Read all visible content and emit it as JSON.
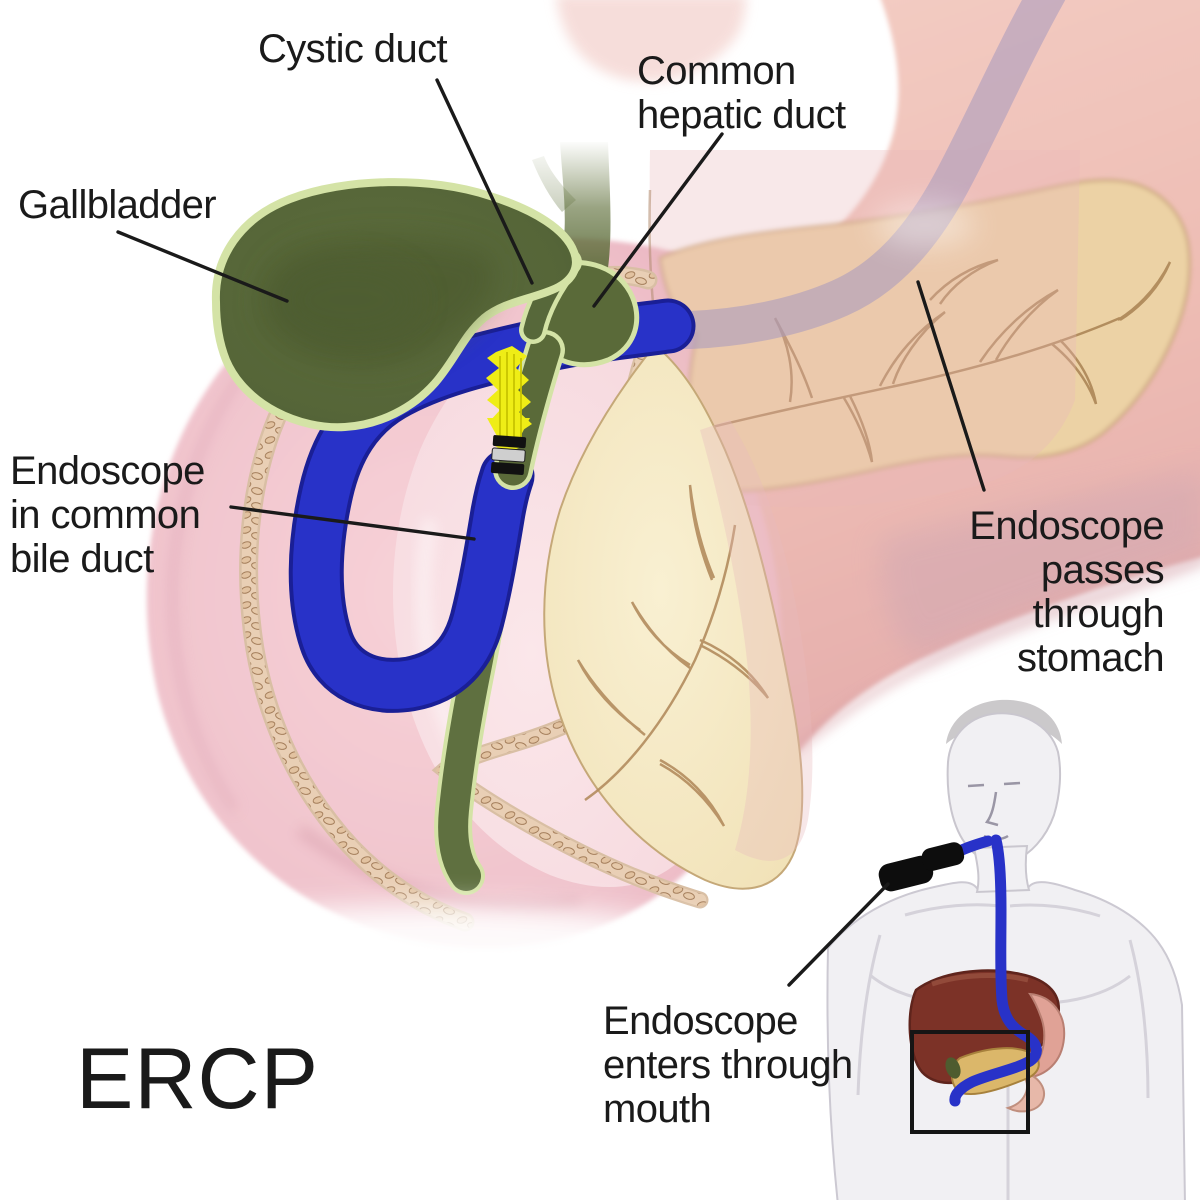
{
  "figure": {
    "type": "medical-illustration",
    "title": "ERCP",
    "labels": {
      "cystic_duct": "Cystic duct",
      "common_hepatic_duct_line1": "Common",
      "common_hepatic_duct_line2": "hepatic duct",
      "gallbladder": "Gallbladder",
      "endoscope_bile_line1": "Endoscope",
      "endoscope_bile_line2": "in common",
      "endoscope_bile_line3": "bile duct",
      "endoscope_stomach_line1": "Endoscope",
      "endoscope_stomach_line2": "passes",
      "endoscope_stomach_line3": "through",
      "endoscope_stomach_line4": "stomach",
      "endoscope_mouth_line1": "Endoscope",
      "endoscope_mouth_line2": "enters through",
      "endoscope_mouth_line3": "mouth"
    },
    "colors": {
      "background": "#ffffff",
      "label_text": "#1a1a1a",
      "endoscope_blue": "#2832c8",
      "endoscope_blue_dark": "#1a1f96",
      "gallbladder_olive": "#5a6a39",
      "gallbladder_olive_dark": "#47552c",
      "duct_rim_green": "#d4e3a6",
      "contrast_yellow": "#efed16",
      "duodenum_pink": "#f2c7ce",
      "lumen_pink": "#f9e0e4",
      "pancreas_tan": "#ecd2a5",
      "pancreas_outline": "#bd9a66",
      "pancreas_head_cream": "#f6ebc8",
      "stomach_salmon": "#f0c3b8",
      "scope_in_stomach_lavender": "#a89bbd",
      "wall_speckle_beige": "#e9cfb5",
      "liver_brown": "#7c3227",
      "inset_stomach_pink": "#e0a296",
      "inset_pancreas_yellow": "#dbb76a",
      "inset_body": "#f1f0f3",
      "handle_black": "#0d0d0d"
    }
  }
}
